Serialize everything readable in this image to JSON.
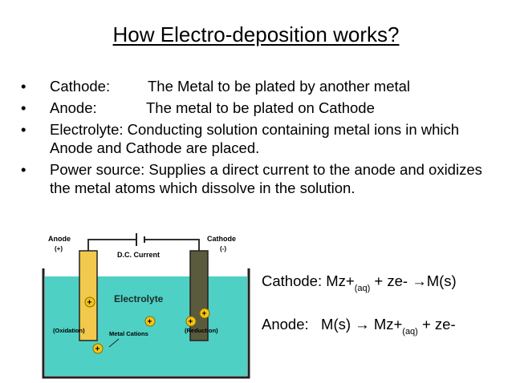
{
  "title": "How Electro-deposition works?",
  "bullets": [
    {
      "term": "Cathode:",
      "text": "The Metal to be plated by another metal"
    },
    {
      "term": "Anode:",
      "text": "The metal to be plated on Cathode"
    },
    {
      "term": "Electrolyte:",
      "text": "Conducting solution containing metal ions in which Anode and Cathode are placed."
    },
    {
      "term": "Power source:",
      "text": "Supplies a direct current to the anode and oxidizes the metal atoms which dissolve in the solution."
    }
  ],
  "bullet_glyph": "•",
  "diagram": {
    "anode_label": "Anode",
    "anode_sign": "(+)",
    "cathode_label": "Cathode",
    "cathode_sign": "(-)",
    "current_label": "D.C. Current",
    "electrolyte_label": "Electrolyte",
    "oxidation_label": "(Oxidation)",
    "reduction_label": "(Reduction)",
    "cations_label": "Metal Cations",
    "ion_sign": "+",
    "colors": {
      "electrolyte": "#4fd0c4",
      "anode": "#f2c94c",
      "cathode": "#5a5a3c",
      "ion": "#f5c518",
      "wire": "#333333"
    }
  },
  "equations": {
    "cathode": {
      "prefix": "Cathode: Mz+",
      "sub": "(aq)",
      "suffix": " + ze- →M(s)"
    },
    "anode": {
      "prefix": "Anode:   M(s) → Mz+",
      "sub": "(aq)",
      "suffix": " + ze-"
    }
  }
}
